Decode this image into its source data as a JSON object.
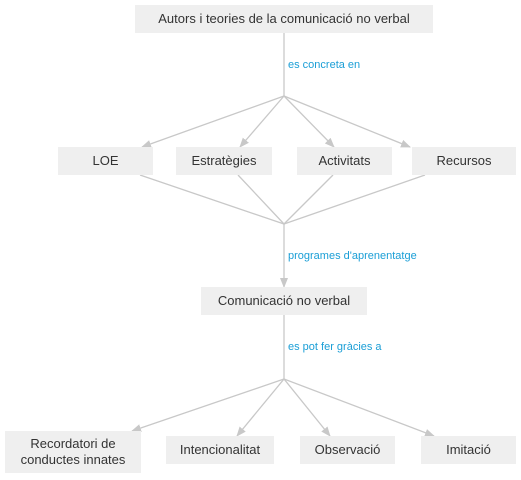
{
  "nodes": {
    "root": "Autors i teories de la comunicació no verbal",
    "loe": "LOE",
    "estrategies": "Estratègies",
    "activitats": "Activitats",
    "recursos": "Recursos",
    "comunicacio": "Comunicació no verbal",
    "recordatori": "Recordatori de conductes innates",
    "intencionalitat": "Intencionalitat",
    "observacio": "Observació",
    "imitacio": "Imitació"
  },
  "links": {
    "es_concreta_en": "es concreta en",
    "programes": "programes d'aprenentatge",
    "es_pot_fer": "es pot fer gràcies a"
  },
  "colors": {
    "node_bg": "#efefef",
    "line": "#c8c8c8",
    "link_text": "#1a9ed6"
  }
}
